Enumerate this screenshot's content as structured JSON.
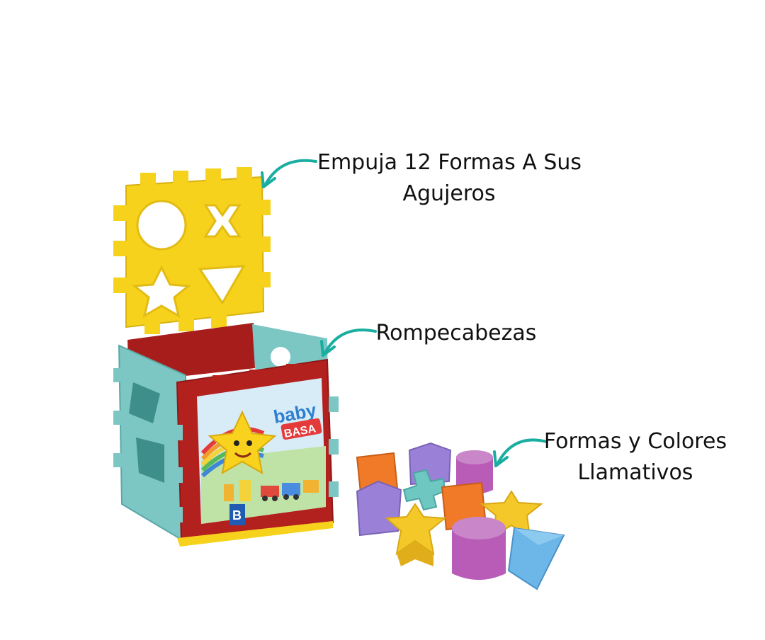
{
  "callouts": {
    "push_shapes": {
      "line1": "Empuja 12 Formas A Sus",
      "line2": "Agujeros"
    },
    "puzzle": {
      "label": "Rompecabezas"
    },
    "shapes_colors": {
      "line1": "Formas y Colores",
      "line2": "Llamativos"
    }
  },
  "product": {
    "logo_line1": "baby",
    "logo_line2": "BASA",
    "badge_letter": "B"
  },
  "colors": {
    "arrow": "#1aaea0",
    "lid_yellow": "#f6d21c",
    "cube_teal": "#7cc6c4",
    "cube_red": "#b3211f",
    "block_orange": "#f07a28",
    "block_purple": "#9a80d6",
    "block_magenta": "#b85cb8",
    "block_yellow": "#f5c82a",
    "block_blue": "#6cb6e8",
    "block_teal": "#6fc7c2"
  }
}
